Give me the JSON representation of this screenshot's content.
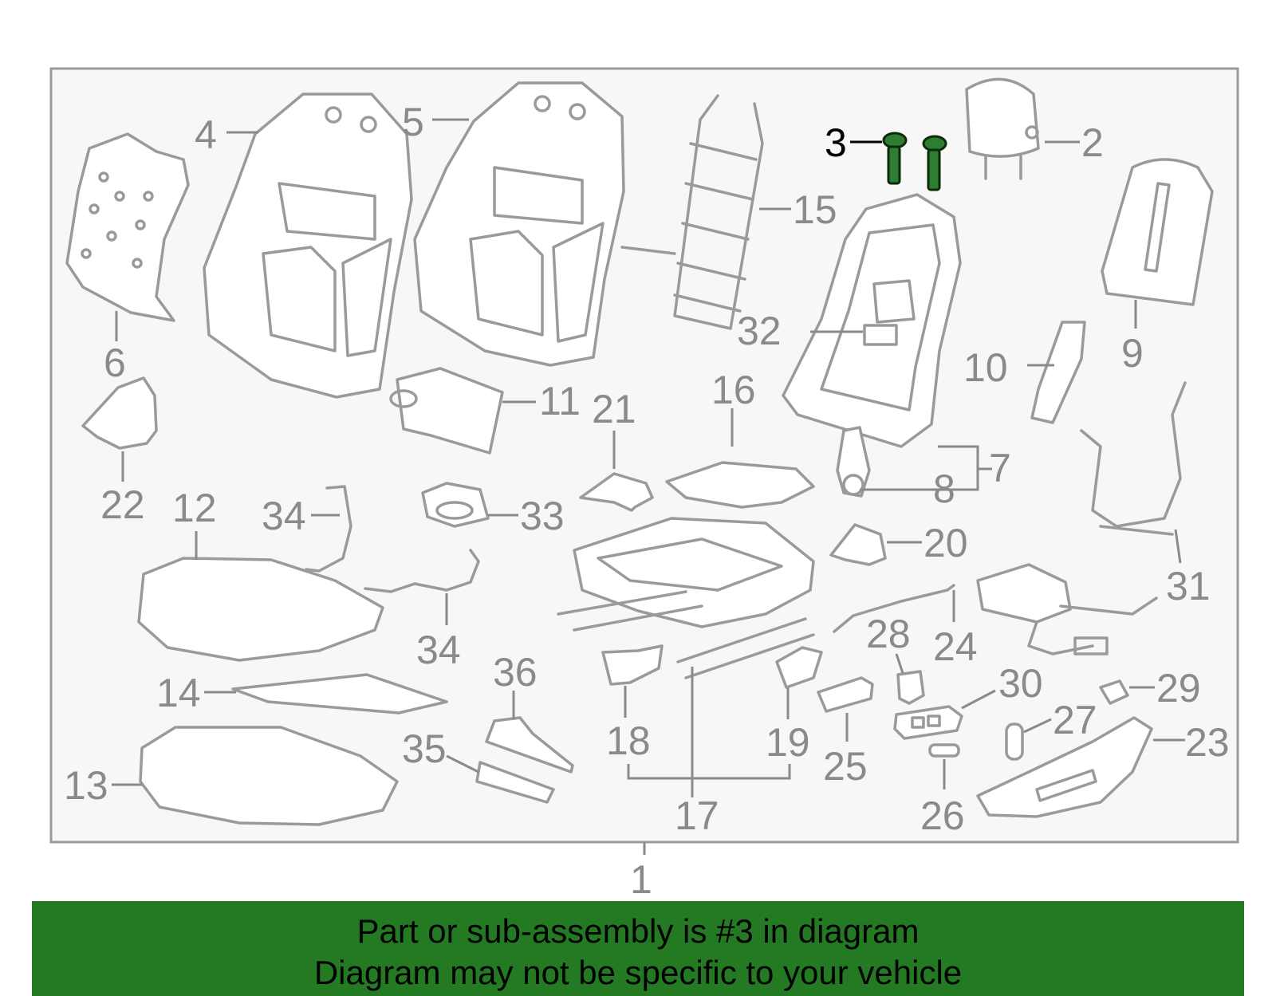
{
  "callouts": {
    "c1": "1",
    "c2": "2",
    "c3": "3",
    "c4": "4",
    "c5": "5",
    "c6": "6",
    "c7": "7",
    "c8": "8",
    "c9": "9",
    "c10": "10",
    "c11": "11",
    "c12": "12",
    "c13": "13",
    "c14": "14",
    "c15": "15",
    "c16": "16",
    "c17": "17",
    "c18": "18",
    "c19": "19",
    "c20": "20",
    "c21": "21",
    "c22": "22",
    "c23": "23",
    "c24": "24",
    "c25": "25",
    "c26": "26",
    "c27": "27",
    "c28": "28",
    "c29": "29",
    "c30": "30",
    "c31": "31",
    "c32": "32",
    "c33": "33",
    "c34a": "34",
    "c34b": "34",
    "c35": "35",
    "c36": "36"
  },
  "highlighted_part": "3",
  "colors": {
    "banner": "#237a23",
    "highlight": "#2e7d32",
    "line": "#9a9a9a",
    "frame_bg": "#f7f7f7"
  },
  "banner": {
    "line1": "Part or sub-assembly is #3 in diagram",
    "line2": "Diagram may not be specific to your vehicle"
  }
}
